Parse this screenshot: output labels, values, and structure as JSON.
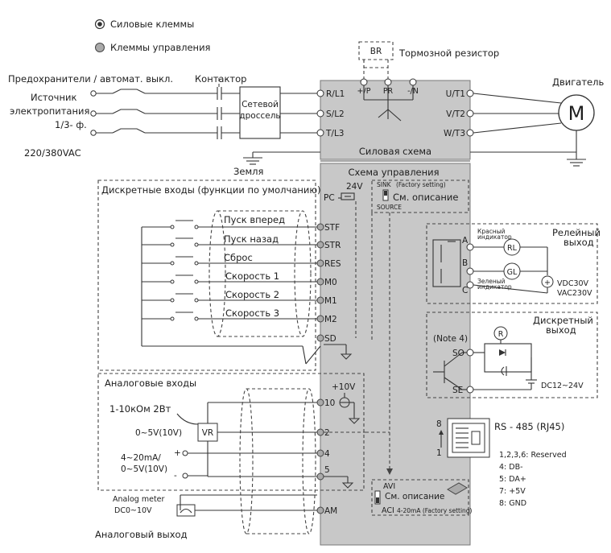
{
  "legend": {
    "power_terminals": "Силовые клеммы",
    "control_terminals": "Клеммы управления"
  },
  "input": {
    "fuses_label": "Предохранители / автомат. выкл.",
    "contactor_label": "Контактор",
    "source_line1": "Источник",
    "source_line2": "электропитания",
    "source_line3": "1/3- ф.",
    "voltage": "220/380VAC",
    "choke_line1": "Сетевой",
    "choke_line2": "дроссель",
    "ground_label": "Земля"
  },
  "power": {
    "title": "Силовая схема",
    "terminals_in": [
      "R/L1",
      "S/L2",
      "T/L3"
    ],
    "terminals_out": [
      "U/T1",
      "V/T2",
      "W/T3"
    ],
    "brake_terminals": [
      "+/P",
      "PR",
      "-/N"
    ],
    "brake_resistor_code": "BR",
    "brake_resistor_label": "Тормозной резистор",
    "motor_label": "Двигатель",
    "motor_symbol": "M"
  },
  "control": {
    "title": "Схема управления",
    "sink_label": "SINK",
    "factory_setting": "(Factory setting)",
    "source_label": "SOURCE",
    "see_description": "См. описание",
    "pc_label": "PC",
    "pc_voltage": "24V"
  },
  "digital_inputs": {
    "title": "Дискретные входы (функции по умолчанию)",
    "items": [
      {
        "label": "Пуск вперед",
        "terminal": "STF"
      },
      {
        "label": "Пуск назад",
        "terminal": "STR"
      },
      {
        "label": "Сброс",
        "terminal": "RES"
      },
      {
        "label": "Скорость 1",
        "terminal": "M0"
      },
      {
        "label": "Скорость 2",
        "terminal": "M1"
      },
      {
        "label": "Скорость 3",
        "terminal": "M2"
      }
    ],
    "common": "SD"
  },
  "analog_inputs": {
    "title": "Аналоговые входы",
    "pot_label": "1-10кОм 2Вт",
    "vr_label": "VR",
    "voltage_range": "0~5V(10V)",
    "current_line1": "4~20mA/",
    "current_line2": "0~5V(10V)",
    "plus": "+",
    "minus": "-",
    "supply": "+10V",
    "terminals": [
      "10",
      "2",
      "4",
      "5"
    ],
    "avi": "AVI",
    "aci": "ACI",
    "aci_note": "4-20mA (Factory setting)",
    "see_description": "См. описание"
  },
  "analog_output": {
    "meter_line1": "Analog meter",
    "meter_line2": "DC0~10V",
    "terminal": "AM",
    "label": "Аналоговый выход"
  },
  "relay": {
    "title_line1": "Релейный",
    "title_line2": "выход",
    "red_line1": "Красный",
    "red_line2": "индикатор",
    "green_line1": "Зеленый",
    "green_line2": "индикатор",
    "terminals": [
      "A",
      "B",
      "C"
    ],
    "rl": "RL",
    "gl": "GL",
    "plus": "+",
    "v1": "VDC30V",
    "v2": "VAC230V"
  },
  "digital_output": {
    "title_line1": "Дискретный",
    "title_line2": "выход",
    "note": "(Note 4)",
    "terminals": [
      "SO",
      "SE"
    ],
    "r": "R",
    "supply": "DC12~24V"
  },
  "rs485": {
    "label": "RS - 485 (RJ45)",
    "pin_top": "8",
    "pin_bottom": "1",
    "pins": [
      "1,2,3,6:  Reserved",
      "4: DB-",
      "5: DA+",
      "7: +5V",
      "8: GND"
    ]
  },
  "colors": {
    "panel": "#c8c8c8",
    "line": "#333333",
    "dashed": "#444444"
  }
}
